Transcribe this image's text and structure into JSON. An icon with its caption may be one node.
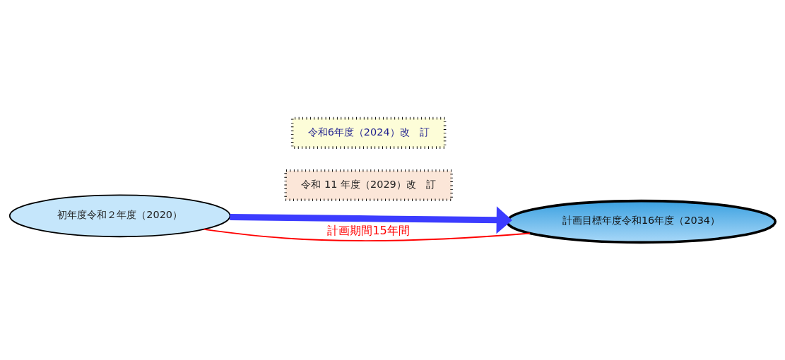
{
  "diagram": {
    "nodes": [
      {
        "text": [
          "初年度令和２年度（2020）"
        ]
      },
      {
        "text": [
          "令和6年度（2024）改　訂"
        ]
      },
      {
        "text": [
          "令和 11 年度（2029）改　訂"
        ]
      },
      {
        "text": [
          "計画目標年度令和16年度（2034）"
        ]
      }
    ],
    "edges": [
      {
        "from": 0,
        "to": 3,
        "arrow": "to",
        "style": "thick",
        "color": "#3c3cff"
      },
      {
        "from": 0,
        "to": 3,
        "arrow": "none",
        "label": "計画期間15年間",
        "color": "#ff0000"
      }
    ]
  }
}
